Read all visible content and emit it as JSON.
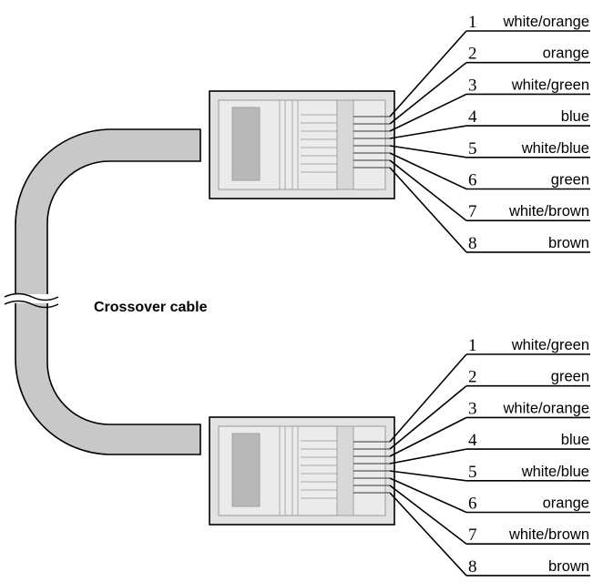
{
  "caption": "Crossover cable",
  "connectors": [
    {
      "id": "top",
      "pins": [
        {
          "number": "1",
          "color": "white/orange"
        },
        {
          "number": "2",
          "color": "orange"
        },
        {
          "number": "3",
          "color": "white/green"
        },
        {
          "number": "4",
          "color": "blue"
        },
        {
          "number": "5",
          "color": "white/blue"
        },
        {
          "number": "6",
          "color": "green"
        },
        {
          "number": "7",
          "color": "white/brown"
        },
        {
          "number": "8",
          "color": "brown"
        }
      ]
    },
    {
      "id": "bottom",
      "pins": [
        {
          "number": "1",
          "color": "white/green"
        },
        {
          "number": "2",
          "color": "green"
        },
        {
          "number": "3",
          "color": "white/orange"
        },
        {
          "number": "4",
          "color": "blue"
        },
        {
          "number": "5",
          "color": "white/blue"
        },
        {
          "number": "6",
          "color": "orange"
        },
        {
          "number": "7",
          "color": "white/brown"
        },
        {
          "number": "8",
          "color": "brown"
        }
      ]
    }
  ]
}
